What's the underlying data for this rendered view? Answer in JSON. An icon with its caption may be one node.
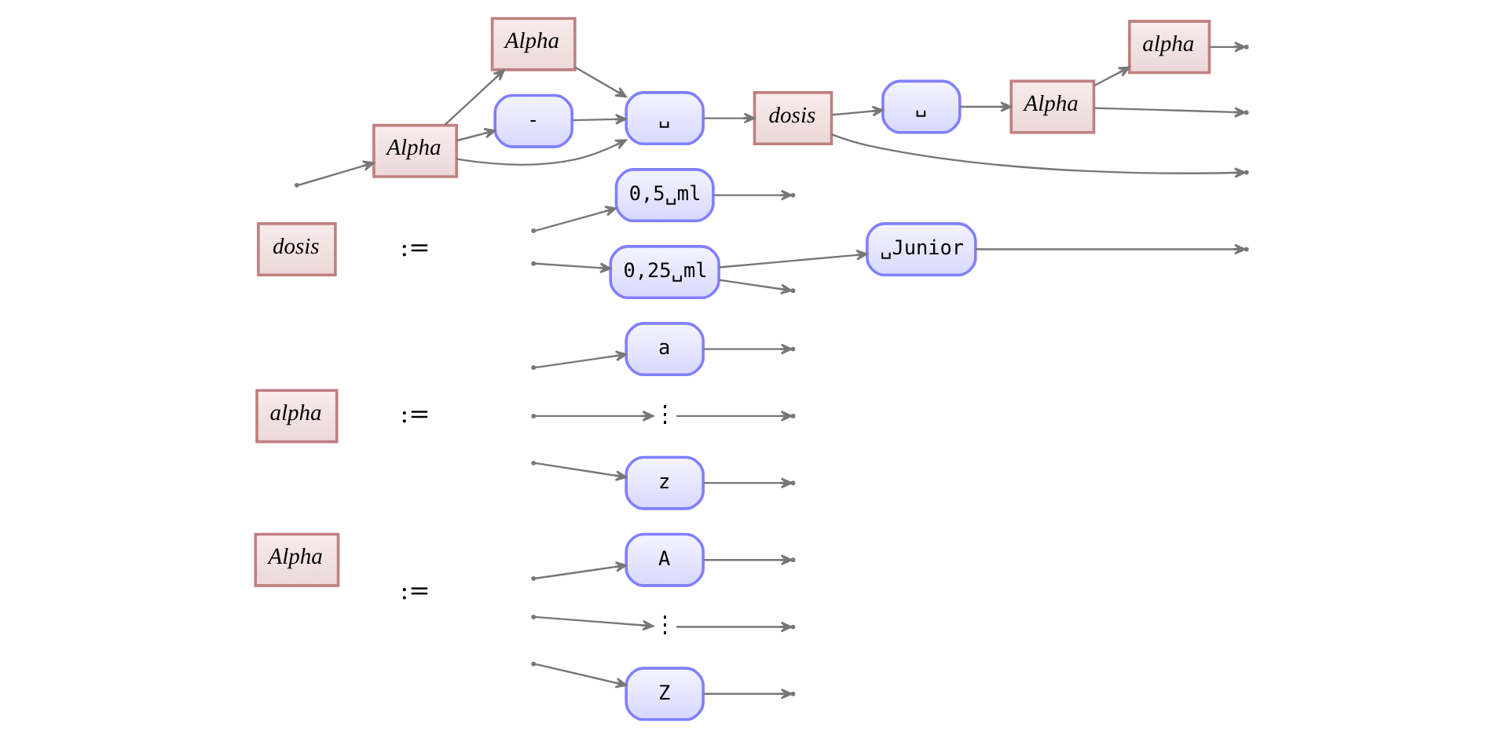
{
  "diagram": {
    "nodes": [
      {
        "text": [
          "Alpha"
        ]
      },
      {
        "text": [
          "Alpha"
        ]
      },
      {
        "text": [
          "-"
        ]
      },
      {
        "text": [
          "␣"
        ]
      },
      {
        "text": [
          "dosis"
        ]
      },
      {
        "text": [
          "␣"
        ]
      },
      {
        "text": [
          "Alpha"
        ]
      },
      {
        "text": [
          "alpha"
        ]
      },
      {
        "text": [
          "dosis"
        ]
      },
      {
        "text": [
          "0,5␣ml"
        ]
      },
      {
        "text": [
          "0,25␣ml"
        ]
      },
      {
        "text": [
          "␣Junior"
        ]
      },
      {
        "text": [
          "alpha"
        ]
      },
      {
        "text": [
          "a"
        ]
      },
      {
        "text": [
          "⋮"
        ]
      },
      {
        "text": [
          "z"
        ]
      },
      {
        "text": [
          "Alpha"
        ]
      },
      {
        "text": [
          "A"
        ]
      },
      {
        "text": [
          "⋮"
        ]
      },
      {
        "text": [
          "Z"
        ]
      }
    ],
    "edges": [
      {
        "from": null,
        "to": 0,
        "arrow": "to"
      },
      {
        "from": 0,
        "to": 3,
        "arrow": "to"
      },
      {
        "from": 0,
        "to": 1,
        "arrow": "to"
      },
      {
        "from": 0,
        "to": 2,
        "arrow": "to"
      },
      {
        "from": 1,
        "to": 3,
        "arrow": "to"
      },
      {
        "from": 2,
        "to": 3,
        "arrow": "to"
      },
      {
        "from": 3,
        "to": 4,
        "arrow": "to"
      },
      {
        "from": 4,
        "to": 5,
        "arrow": "to"
      },
      {
        "from": 4,
        "to": null,
        "arrow": "to"
      },
      {
        "from": 5,
        "to": 6,
        "arrow": "to"
      },
      {
        "from": 6,
        "to": 7,
        "arrow": "to"
      },
      {
        "from": 6,
        "to": null,
        "arrow": "to"
      },
      {
        "from": 7,
        "to": null,
        "arrow": "to"
      },
      {
        "from": null,
        "to": 9,
        "arrow": "to"
      },
      {
        "from": null,
        "to": 10,
        "arrow": "to"
      },
      {
        "from": 9,
        "to": null,
        "arrow": "to"
      },
      {
        "from": 10,
        "to": 11,
        "arrow": "to"
      },
      {
        "from": 10,
        "to": null,
        "arrow": "to"
      },
      {
        "from": 11,
        "to": null,
        "arrow": "to"
      },
      {
        "from": null,
        "to": 13,
        "arrow": "to"
      },
      {
        "from": null,
        "to": 14,
        "arrow": "to"
      },
      {
        "from": null,
        "to": 15,
        "arrow": "to"
      },
      {
        "from": 13,
        "to": null,
        "arrow": "to"
      },
      {
        "from": 14,
        "to": null,
        "arrow": "to"
      },
      {
        "from": 15,
        "to": null,
        "arrow": "to"
      },
      {
        "from": null,
        "to": 17,
        "arrow": "to"
      },
      {
        "from": null,
        "to": 18,
        "arrow": "to"
      },
      {
        "from": null,
        "to": 19,
        "arrow": "to"
      },
      {
        "from": 17,
        "to": null,
        "arrow": "to"
      },
      {
        "from": 18,
        "to": null,
        "arrow": "to"
      },
      {
        "from": 19,
        "to": null,
        "arrow": "to"
      }
    ],
    "labels": [
      ":=",
      ":=",
      ":="
    ]
  }
}
